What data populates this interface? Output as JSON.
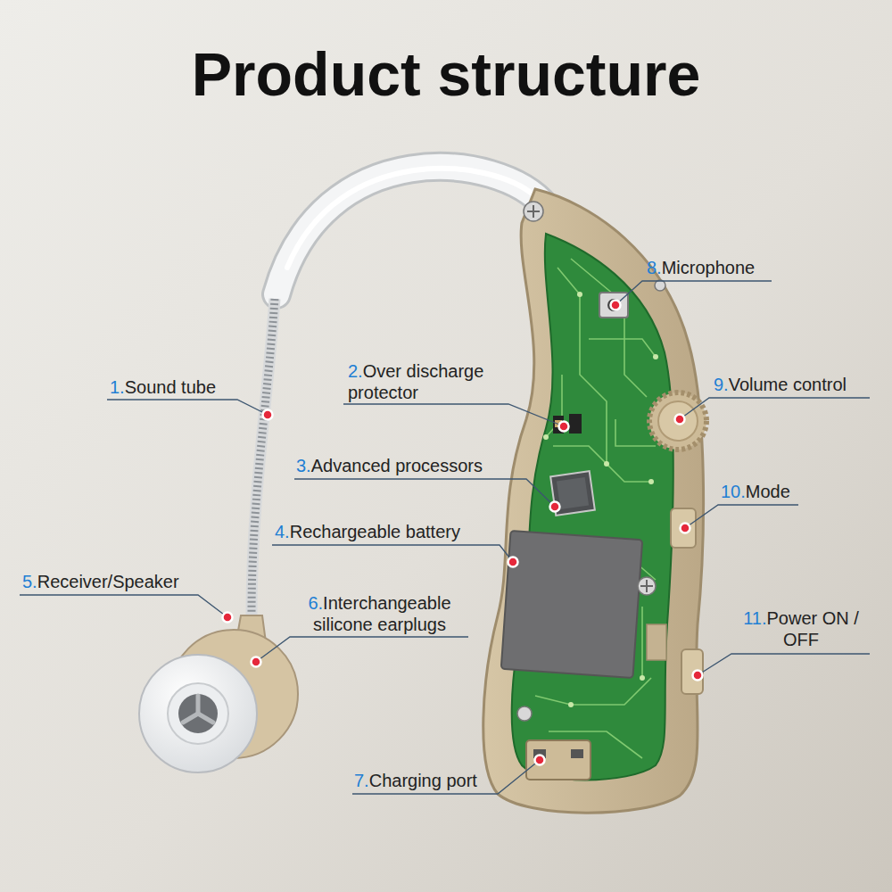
{
  "diagram": {
    "title": "Product structure",
    "labels": [
      "1.",
      "Sound tube",
      "2.",
      "Over discharge protector",
      "3.",
      "Advanced processors",
      "4.",
      "Rechargeable battery",
      "5.",
      "Receiver/Speaker",
      "6.",
      "Interchangeable silicone earplugs",
      "7.",
      "Charging port",
      "8.",
      "Microphone",
      "9.",
      "Volume control",
      "10.",
      "Mode",
      "11.",
      "Power ON / OFF"
    ]
  }
}
